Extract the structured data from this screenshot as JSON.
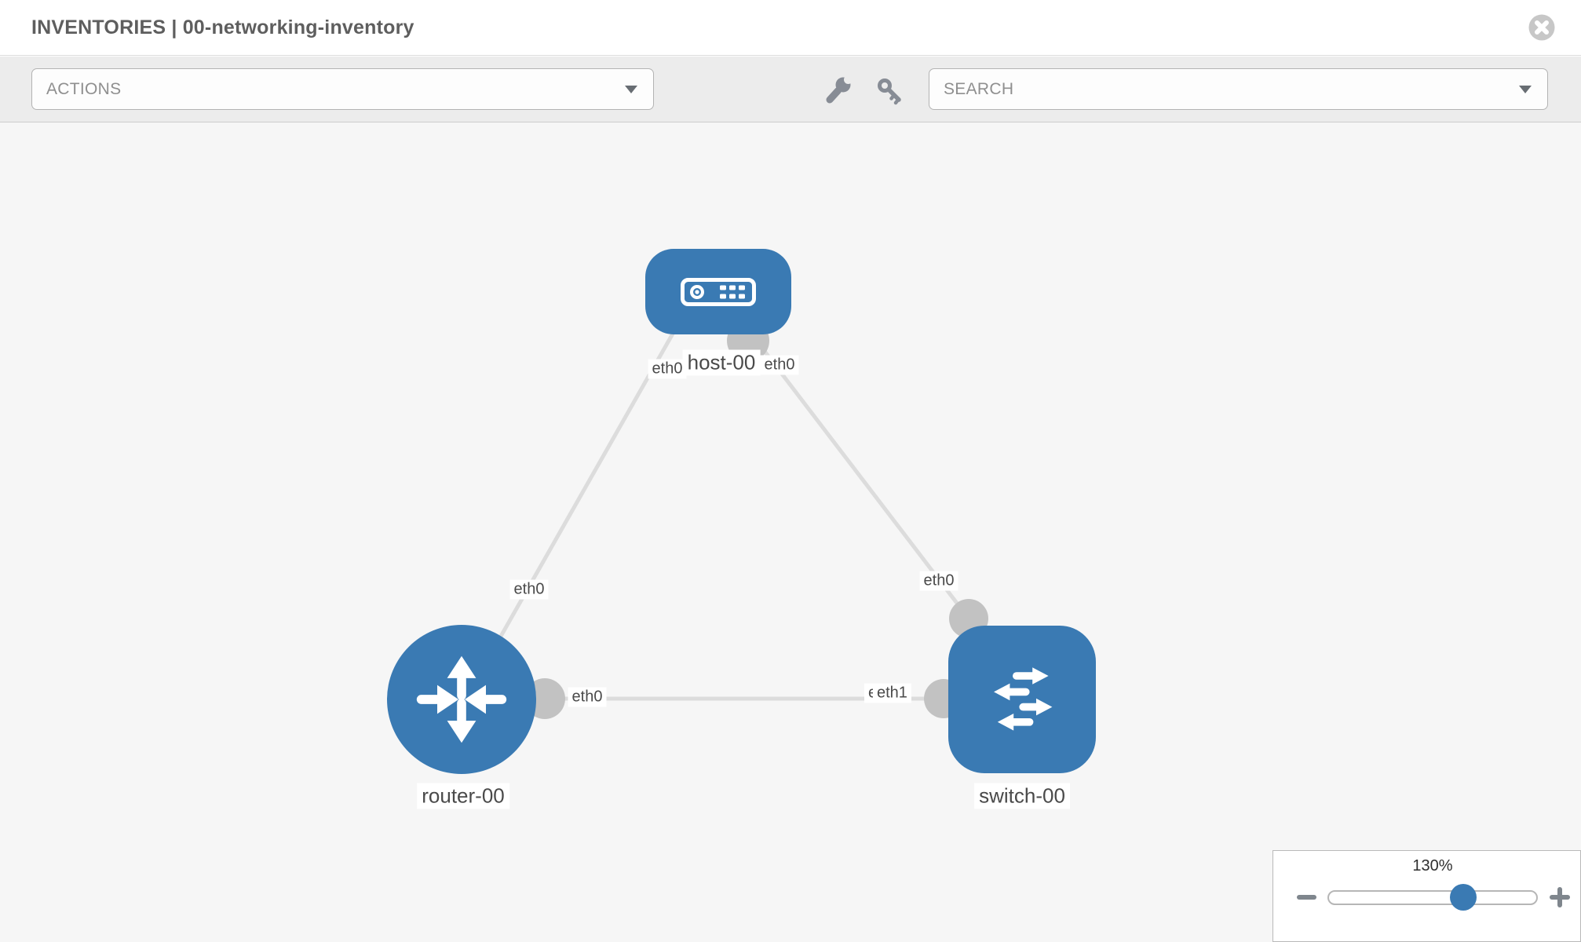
{
  "header": {
    "title": "INVENTORIES | 00-networking-inventory"
  },
  "toolbar": {
    "actions_label": "ACTIONS",
    "search_label": "SEARCH",
    "icons": [
      "wrench-icon",
      "key-icon"
    ]
  },
  "topology": {
    "nodes": [
      {
        "label": "host-00",
        "type": "host"
      },
      {
        "label": "router-00",
        "type": "router"
      },
      {
        "label": "switch-00",
        "type": "switch"
      }
    ],
    "links": [
      {
        "from": "host-00",
        "from_interface": "eth0",
        "to": "router-00",
        "to_interface": "eth0"
      },
      {
        "from": "host-00",
        "from_interface": "eth0",
        "to": "switch-00",
        "to_interface": "eth0"
      },
      {
        "from": "router-00",
        "from_interface": "eth0",
        "to": "switch-00",
        "to_interface": "eth1"
      }
    ],
    "labels": {
      "host": "host-00",
      "router": "router-00",
      "switch": "switch-00",
      "host_if_left": "eth0",
      "host_if_right": "eth0",
      "link_host_router_mid": "eth0",
      "link_host_switch_mid": "eth0",
      "link_rs_router_end": "eth0",
      "link_rs_switch_end_under": "eth0",
      "link_rs_switch_end_over": "eth1"
    }
  },
  "zoom_control": {
    "level": "130%",
    "percent": 130
  },
  "colors": {
    "node_blue": "#3a7ab3",
    "link_gray": "#dcdcdc",
    "interface_gray": "#c2c2c2",
    "canvas_bg": "#f6f6f6",
    "toolbar_bg": "#ececec"
  }
}
